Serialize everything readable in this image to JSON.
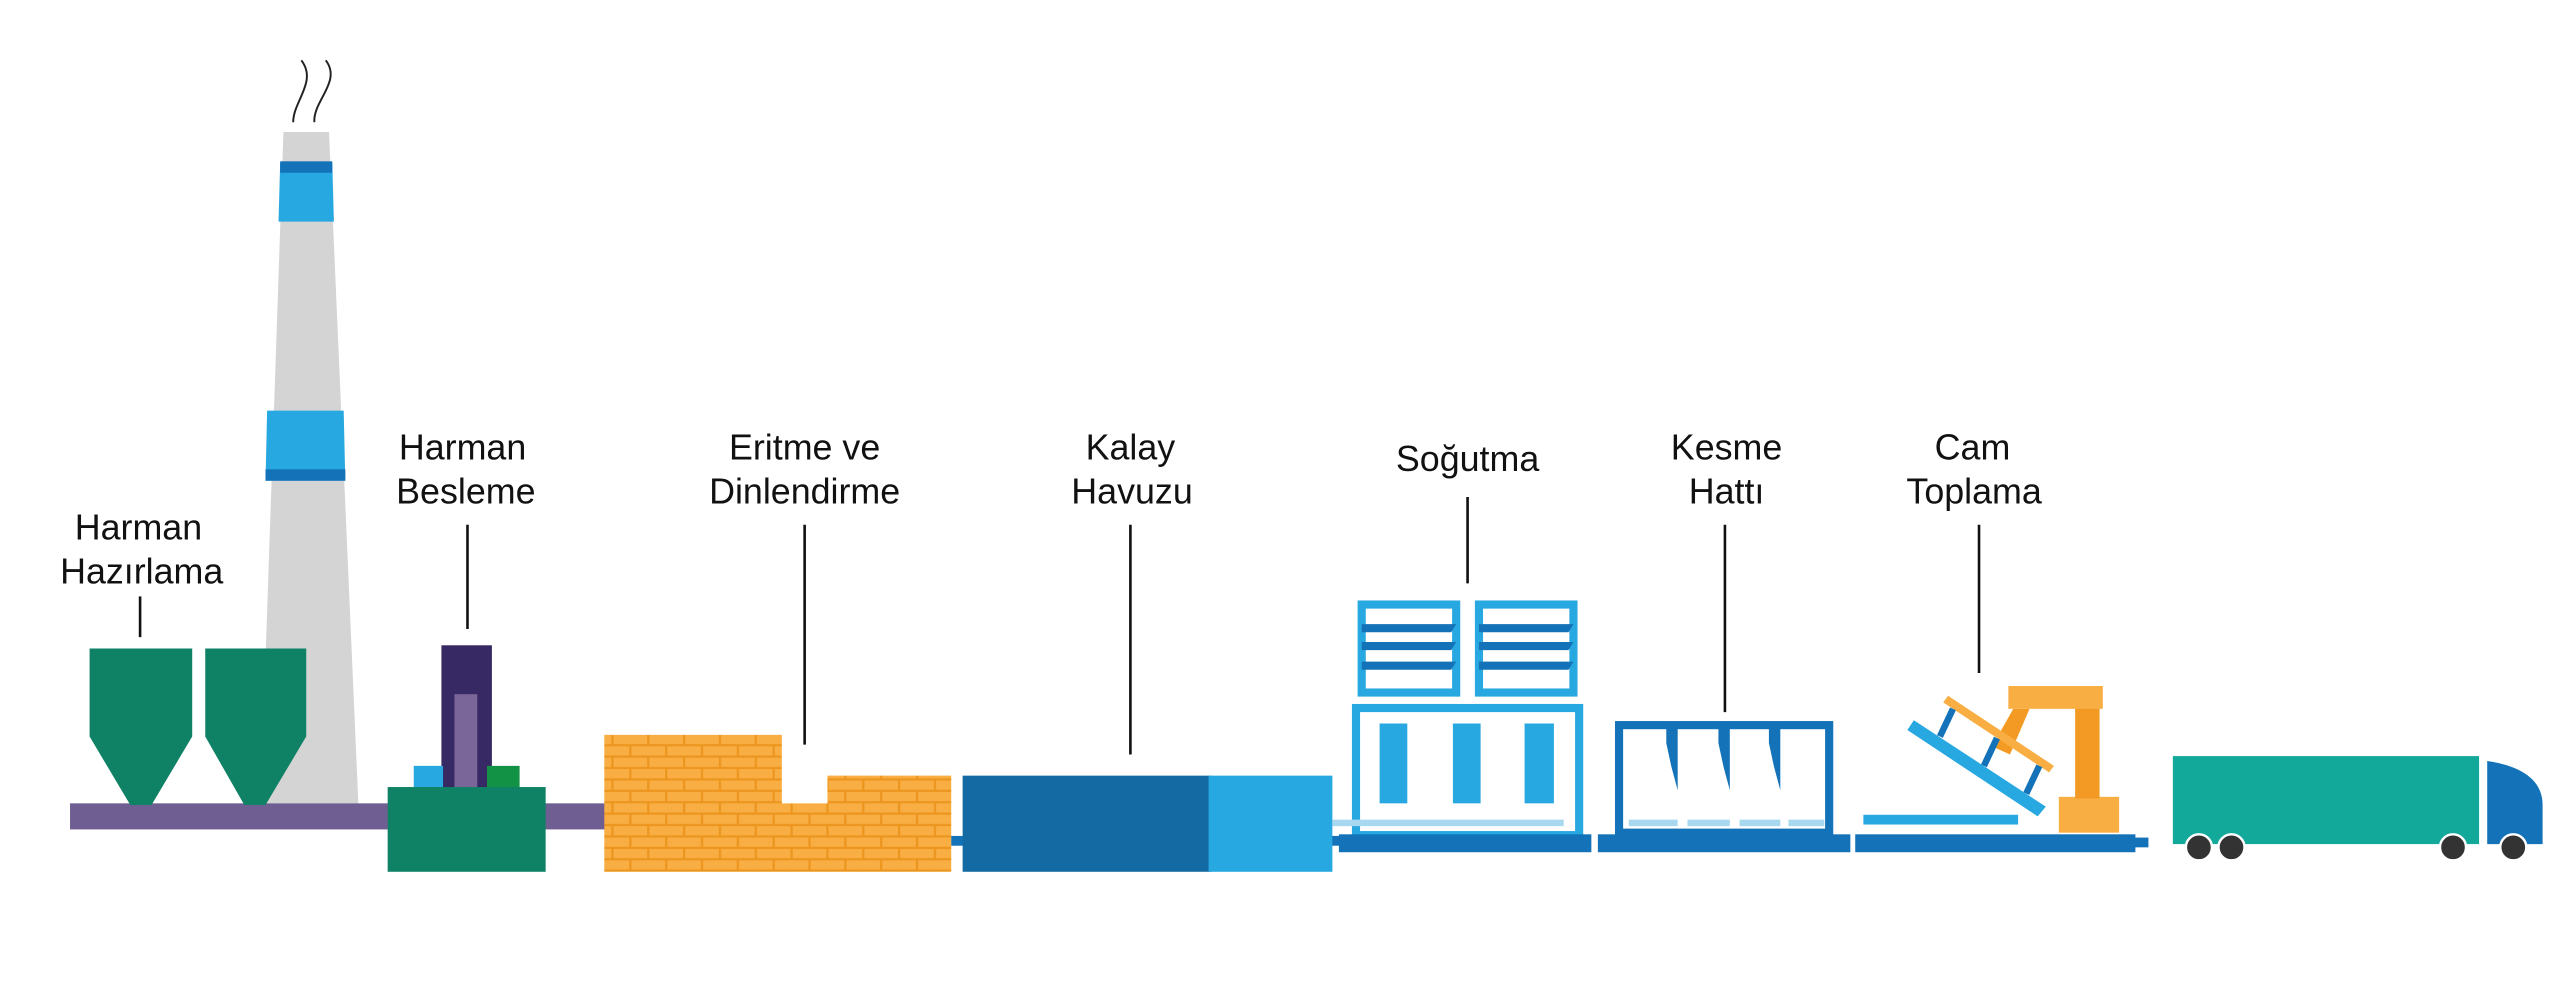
{
  "diagram": {
    "title": "Float glass production process",
    "colors": {
      "chimney_gray": "#d4d4d4",
      "accent_blue": "#28a8e0",
      "dark_blue": "#1372b8",
      "deep_blue": "#146aa3",
      "pale_blue": "#a7d8f0",
      "silo_green": "#0f8265",
      "conveyor_purple": "#6f5e91",
      "feeder_navy": "#372963",
      "feeder_lilac": "#7a6698",
      "feeder_green": "#129244",
      "brick_orange": "#f9ae44",
      "brick_line": "#ec961f",
      "robot_orange": "#f39a25",
      "truck_teal": "#12a89a",
      "wheel_dark": "#333333"
    },
    "stages": [
      {
        "id": "harman-hazirlama",
        "line1": "Harman",
        "line2": "Hazırlama"
      },
      {
        "id": "harman-besleme",
        "line1": "Harman",
        "line2": "Besleme"
      },
      {
        "id": "eritme-dinlendirme",
        "line1": "Eritme ve",
        "line2": "Dinlendirme"
      },
      {
        "id": "kalay-havuzu",
        "line1": "Kalay",
        "line2": "Havuzu"
      },
      {
        "id": "sogutma",
        "line1": "Soğutma",
        "line2": ""
      },
      {
        "id": "kesme-hatti",
        "line1": "Kesme",
        "line2": "Hattı"
      },
      {
        "id": "cam-toplama",
        "line1": "Cam",
        "line2": "Toplama"
      }
    ]
  }
}
